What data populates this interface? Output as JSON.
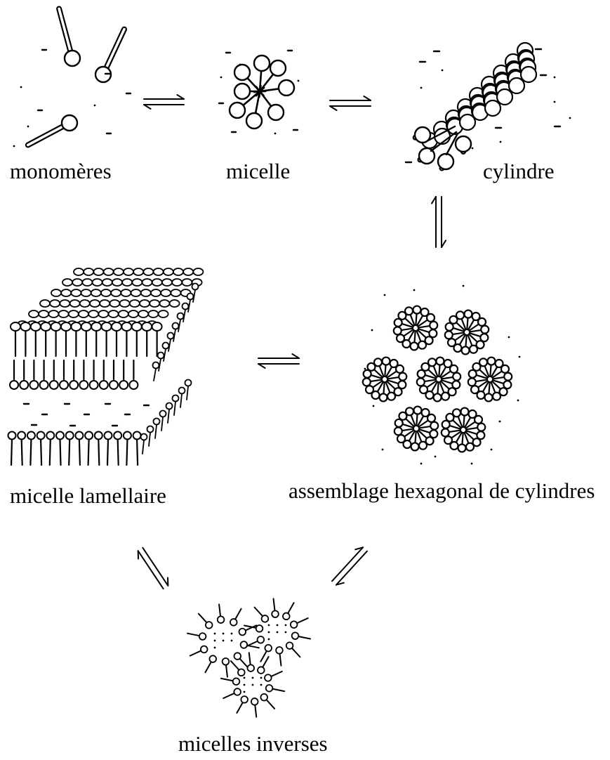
{
  "diagram": {
    "nodes": [
      {
        "id": "monomeres",
        "label": "monomères"
      },
      {
        "id": "micelle",
        "label": "micelle"
      },
      {
        "id": "cylindre",
        "label": "cylindre"
      },
      {
        "id": "lamellaire",
        "label": "micelle lamellaire"
      },
      {
        "id": "hexagonal",
        "label": "assemblage hexagonal de cylindres"
      },
      {
        "id": "inverses",
        "label": "micelles inverses"
      }
    ],
    "equilibria": [
      {
        "from": "monomeres",
        "to": "micelle"
      },
      {
        "from": "micelle",
        "to": "cylindre"
      },
      {
        "from": "cylindre",
        "to": "hexagonal"
      },
      {
        "from": "hexagonal",
        "to": "lamellaire"
      },
      {
        "from": "lamellaire",
        "to": "inverses"
      },
      {
        "from": "hexagonal",
        "to": "inverses"
      }
    ]
  }
}
